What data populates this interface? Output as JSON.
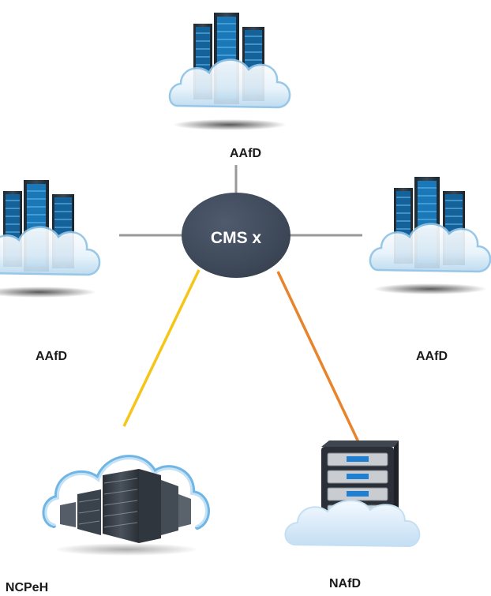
{
  "hub": {
    "label": "CMS x",
    "color": "#3f4a5c"
  },
  "nodes": [
    {
      "label": "AAfD",
      "kind": "server-cloud",
      "icon": "server-cloud-icon"
    },
    {
      "label": "AAfD",
      "kind": "server-cloud",
      "icon": "server-cloud-icon"
    },
    {
      "label": "AAfD",
      "kind": "server-cloud",
      "icon": "server-cloud-icon"
    },
    {
      "label": "NCPeH",
      "kind": "datacenter-cloud",
      "icon": "datacenter-cloud-icon"
    },
    {
      "label": "NAfD",
      "kind": "server-rack-cloud",
      "icon": "server-rack-cloud-icon"
    }
  ],
  "links": [
    {
      "to": "AAfD (top)",
      "color": "#999999"
    },
    {
      "to": "AAfD (left)",
      "color": "#999999"
    },
    {
      "to": "AAfD (right)",
      "color": "#999999"
    },
    {
      "to": "NCPeH",
      "color": "#f5c518"
    },
    {
      "to": "NAfD",
      "color": "#e8842c"
    }
  ]
}
